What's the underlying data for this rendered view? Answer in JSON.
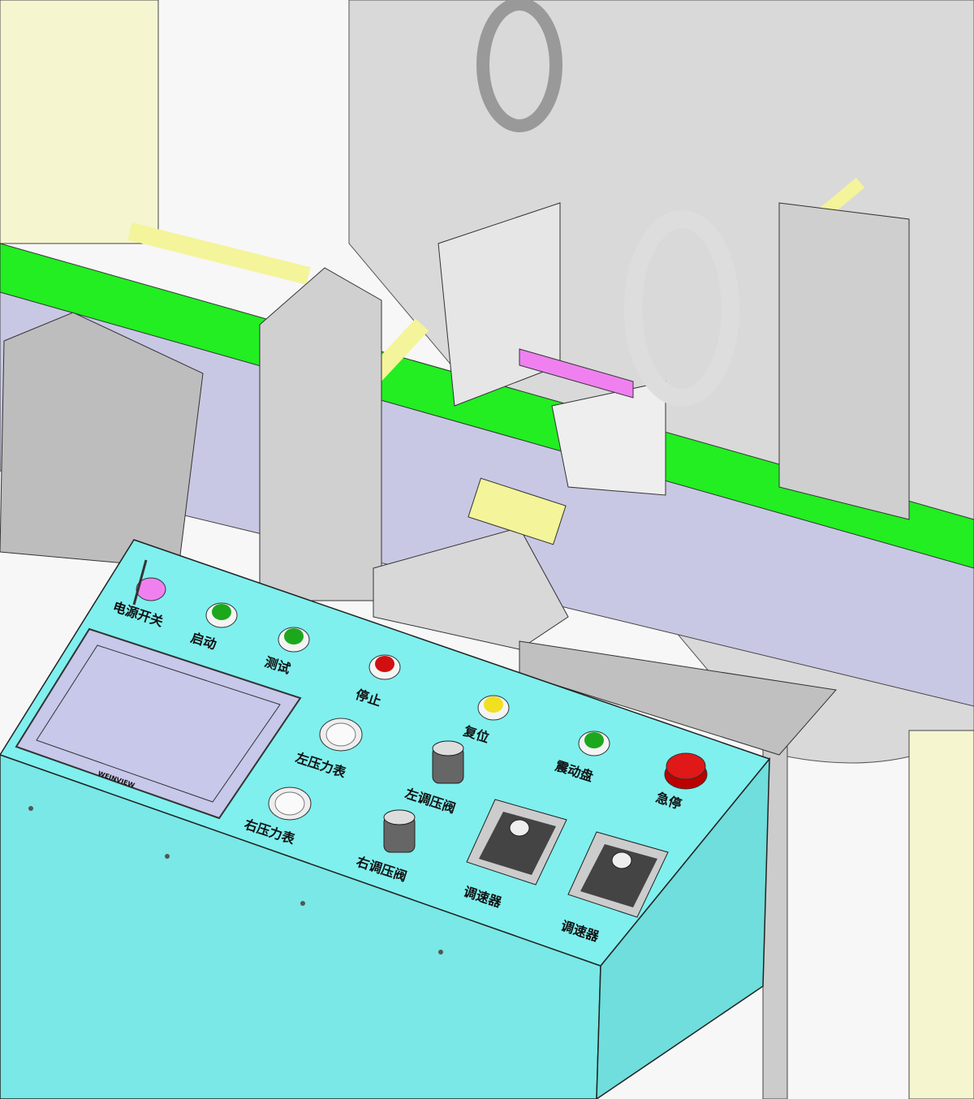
{
  "colors": {
    "panel": "#7ff0ee",
    "conveyor": "#22ee22",
    "metal": "#c8c8c8",
    "screen": "#c7c8ea",
    "cylinder": "#f4f49a",
    "pink": "#f080f0",
    "frame_yellow": "#f5f5d0"
  },
  "screen_logo": "WEINVIEW",
  "controls": {
    "power_switch": "电源开关",
    "start": "启动",
    "test": "测试",
    "stop": "停止",
    "reset": "复位",
    "vibration_plate": "震动盘",
    "emergency_stop": "急停",
    "left_pressure_gauge": "左压力表",
    "right_pressure_gauge": "右压力表",
    "left_pressure_valve": "左调压阀",
    "right_pressure_valve": "右调压阀",
    "speed_controller_1": "调速器",
    "speed_controller_2": "调速器"
  }
}
